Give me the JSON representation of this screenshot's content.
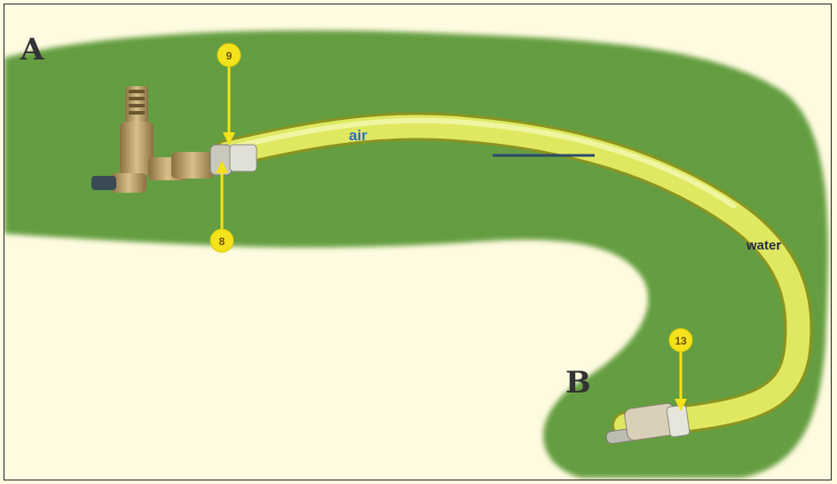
{
  "points": {
    "a": "A",
    "b": "B"
  },
  "media_labels": {
    "air": "air",
    "water": "water"
  },
  "markers": [
    {
      "number": "9",
      "direction": "down"
    },
    {
      "number": "8",
      "direction": "up"
    },
    {
      "number": "13",
      "direction": "down"
    }
  ],
  "colors": {
    "background": "#fffbe0",
    "grass": "#5f9a3c",
    "hose": "#dfe860",
    "marker": "#f3e21c",
    "brass": "#b49658",
    "air_label": "#2a6fd0"
  }
}
